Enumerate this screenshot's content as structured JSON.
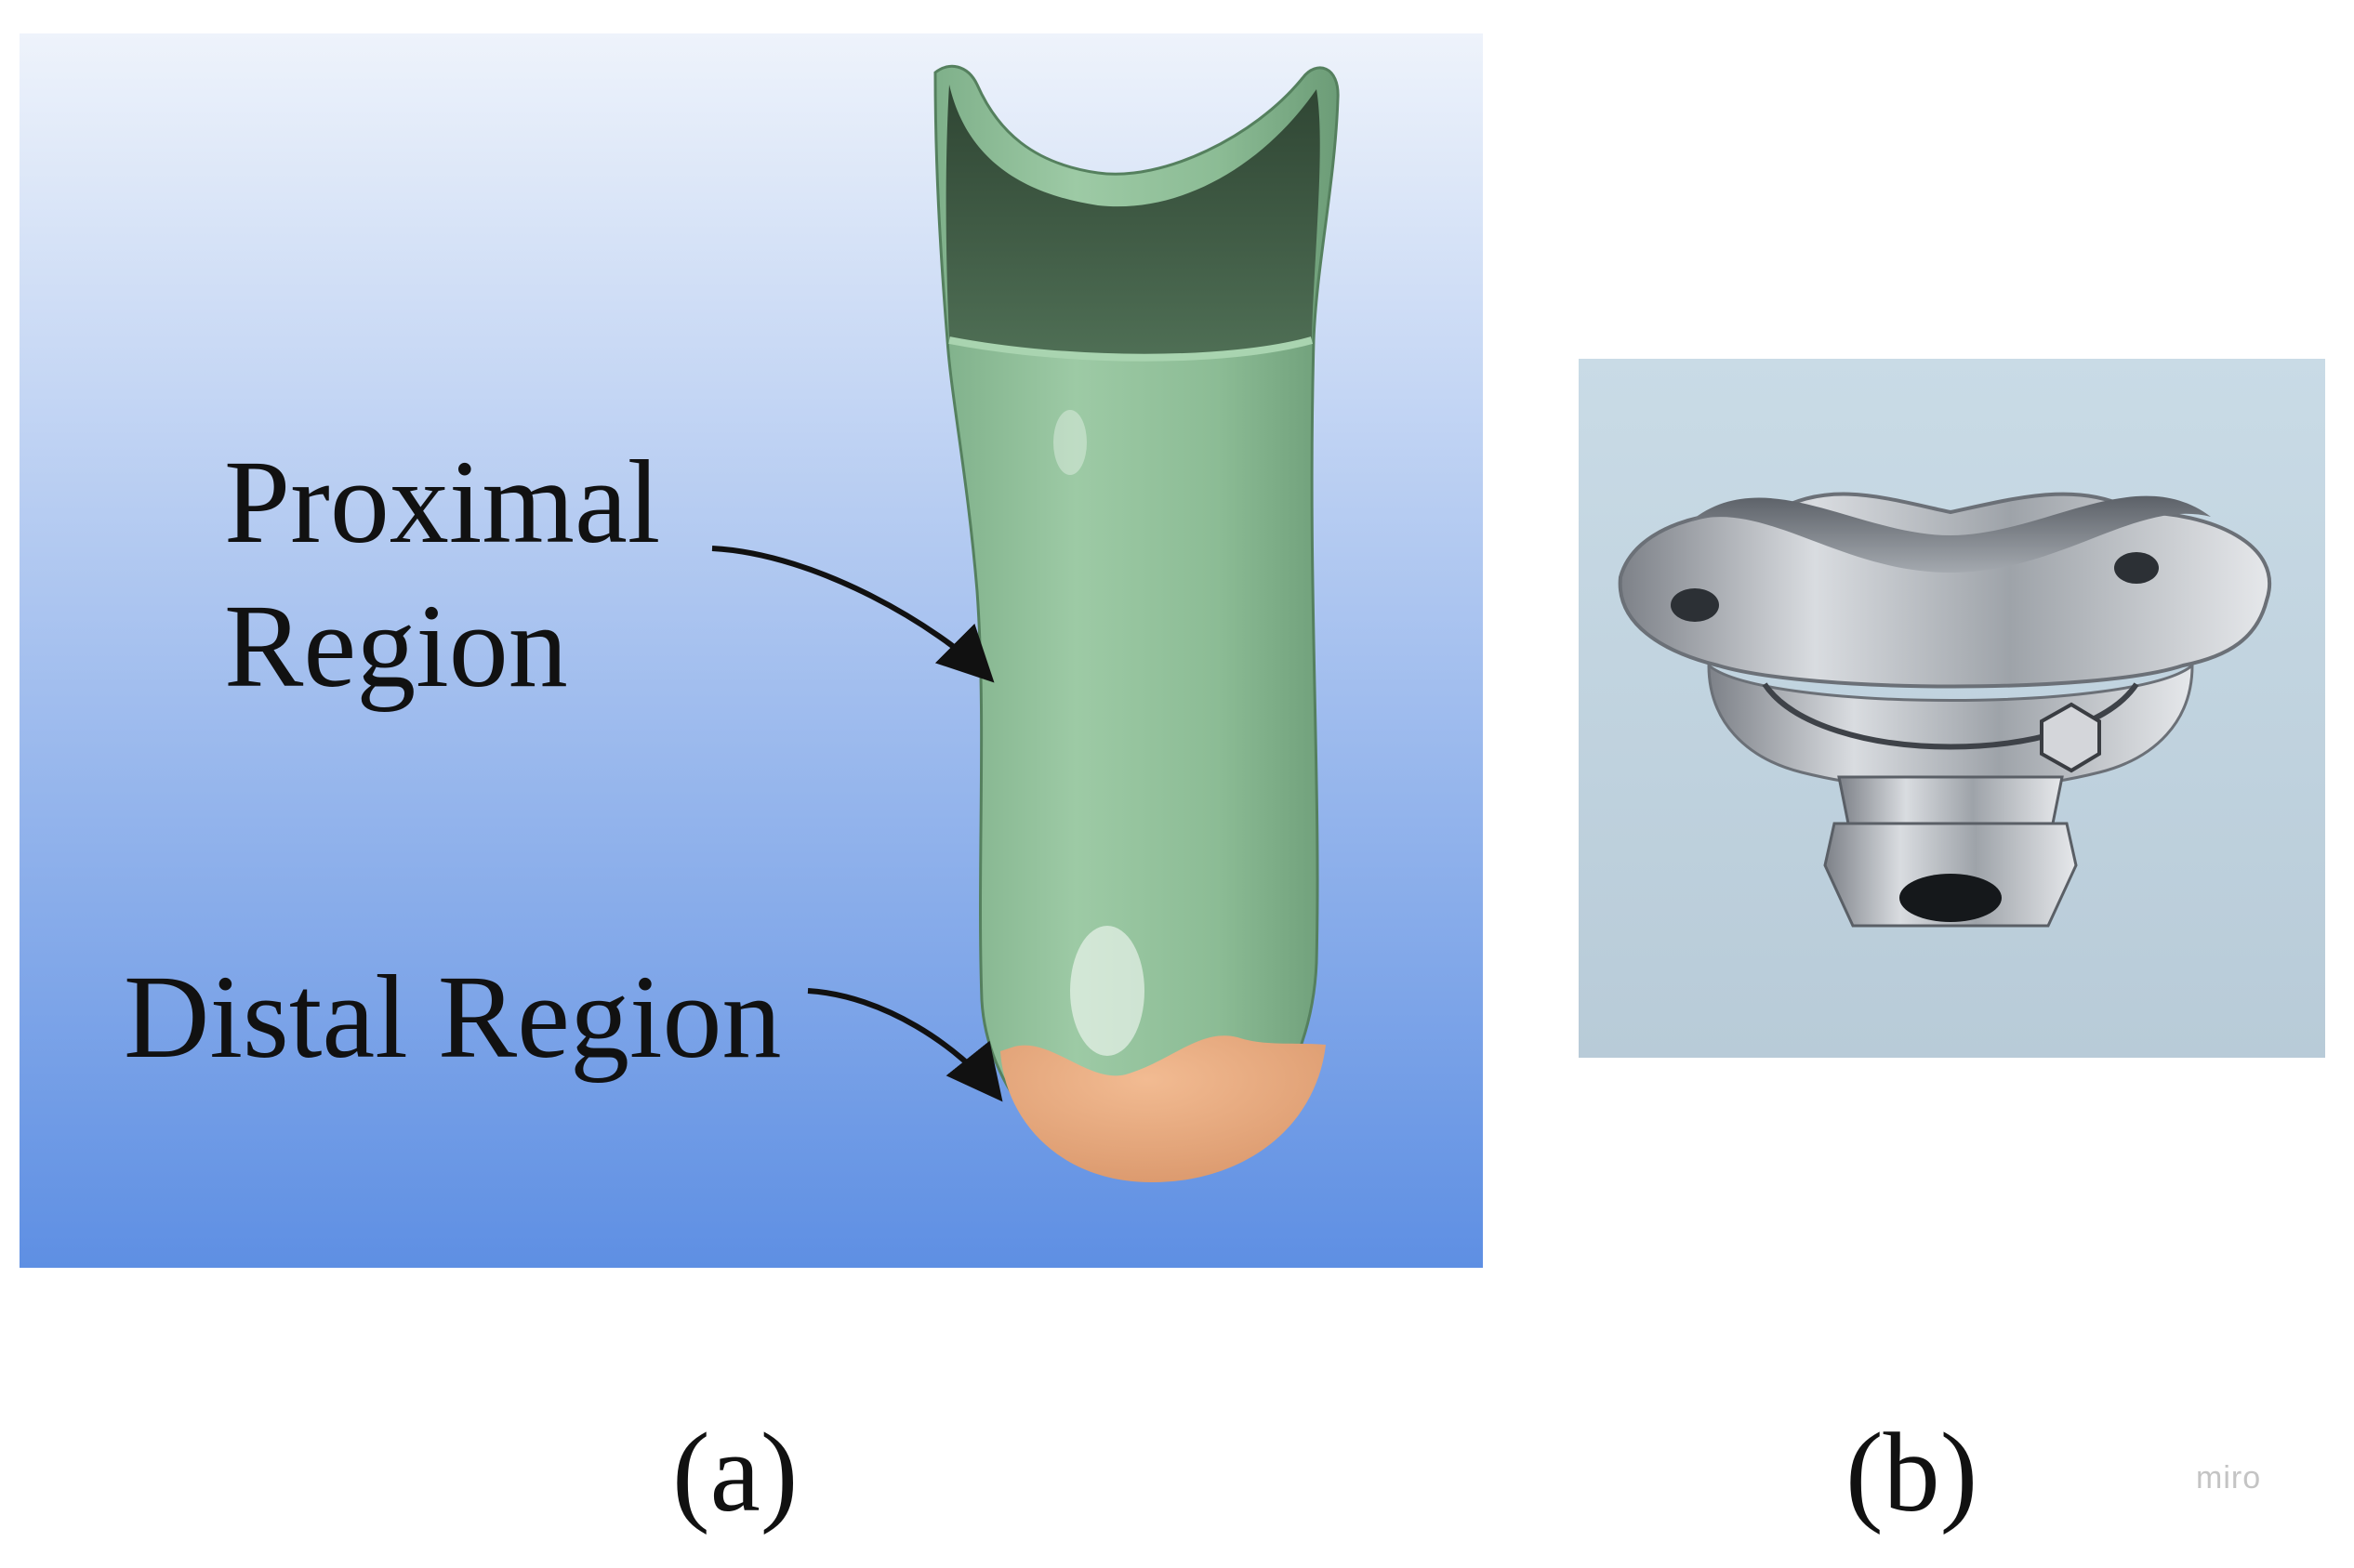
{
  "panel_a": {
    "label_proximal_line1": "Proximal",
    "label_proximal_line2": "Region",
    "label_distal": "Distal Region",
    "caption": "(a)"
  },
  "panel_b": {
    "caption": "(b)"
  },
  "watermark": "miro",
  "colors": {
    "background_top": "#eef3fb",
    "background_bottom": "#5e8fe3",
    "socket_green": "#8fbf98",
    "distal_tan": "#e9ab7f",
    "photo_background": "#c5d6e3",
    "metal": "#b9bcc1"
  }
}
